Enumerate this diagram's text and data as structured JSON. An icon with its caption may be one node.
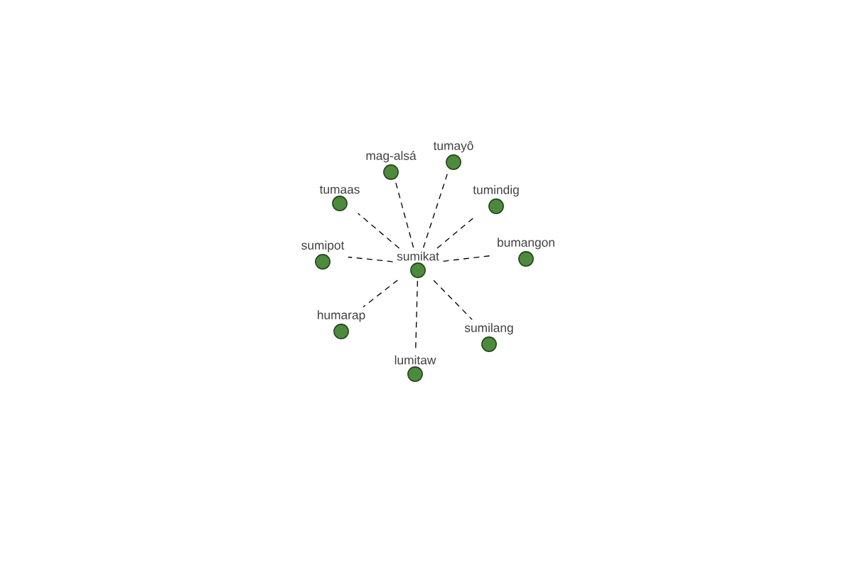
{
  "diagram": {
    "nodes": [
      {
        "text": [
          "mag-alsá"
        ]
      },
      {
        "text": [
          "tumayô"
        ]
      },
      {
        "text": [
          "tumaas"
        ]
      },
      {
        "text": [
          "tumindig"
        ]
      },
      {
        "text": [
          "sumipot"
        ]
      },
      {
        "text": [
          "sumikat"
        ]
      },
      {
        "text": [
          "bumangon"
        ]
      },
      {
        "text": [
          "humarap"
        ]
      },
      {
        "text": [
          "sumilang"
        ]
      },
      {
        "text": [
          "lumitaw"
        ]
      }
    ],
    "edges": [
      {
        "from": 5,
        "to": 0,
        "arrow": "none",
        "style": "dashed"
      },
      {
        "from": 5,
        "to": 1,
        "arrow": "none",
        "style": "dashed"
      },
      {
        "from": 5,
        "to": 2,
        "arrow": "none",
        "style": "dashed"
      },
      {
        "from": 5,
        "to": 3,
        "arrow": "none",
        "style": "dashed"
      },
      {
        "from": 5,
        "to": 4,
        "arrow": "none",
        "style": "dashed"
      },
      {
        "from": 5,
        "to": 6,
        "arrow": "none",
        "style": "dashed"
      },
      {
        "from": 5,
        "to": 7,
        "arrow": "none",
        "style": "dashed"
      },
      {
        "from": 5,
        "to": 8,
        "arrow": "none",
        "style": "dashed"
      },
      {
        "from": 5,
        "to": 9,
        "arrow": "none",
        "style": "dashed"
      }
    ]
  }
}
